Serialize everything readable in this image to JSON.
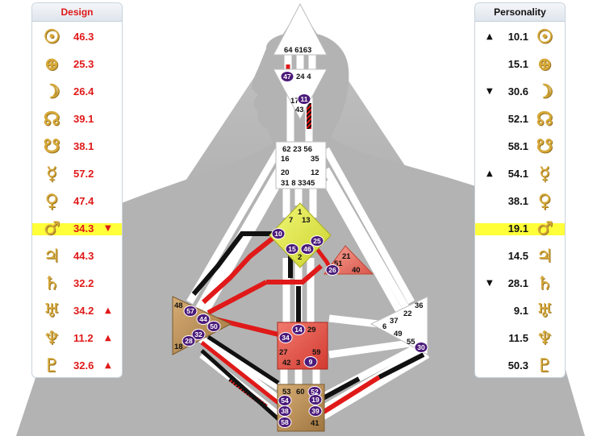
{
  "design": {
    "title": "Design",
    "rows": [
      {
        "planet": "sun-icon",
        "glyph": "☉",
        "value": "46.3",
        "arrow": ""
      },
      {
        "planet": "earth-icon",
        "glyph": "⊕",
        "value": "25.3",
        "arrow": ""
      },
      {
        "planet": "moon-icon",
        "glyph": "☽",
        "value": "26.4",
        "arrow": ""
      },
      {
        "planet": "north-node-icon",
        "glyph": "☊",
        "value": "39.1",
        "arrow": ""
      },
      {
        "planet": "south-node-icon",
        "glyph": "☋",
        "value": "38.1",
        "arrow": ""
      },
      {
        "planet": "mercury-icon",
        "glyph": "☿",
        "value": "57.2",
        "arrow": ""
      },
      {
        "planet": "venus-icon",
        "glyph": "♀",
        "value": "47.4",
        "arrow": ""
      },
      {
        "planet": "mars-icon",
        "glyph": "♂",
        "value": "34.3",
        "arrow": "▼",
        "highlight": true
      },
      {
        "planet": "jupiter-icon",
        "glyph": "♃",
        "value": "44.3",
        "arrow": ""
      },
      {
        "planet": "saturn-icon",
        "glyph": "♄",
        "value": "32.2",
        "arrow": ""
      },
      {
        "planet": "uranus-icon",
        "glyph": "♅",
        "value": "34.2",
        "arrow": "▲"
      },
      {
        "planet": "neptune-icon",
        "glyph": "♆",
        "value": "11.2",
        "arrow": "▲"
      },
      {
        "planet": "pluto-icon",
        "glyph": "♇",
        "value": "32.6",
        "arrow": "▲"
      }
    ]
  },
  "personality": {
    "title": "Personality",
    "rows": [
      {
        "planet": "sun-icon",
        "glyph": "☉",
        "value": "10.1",
        "arrow": "▲"
      },
      {
        "planet": "earth-icon",
        "glyph": "⊕",
        "value": "15.1",
        "arrow": ""
      },
      {
        "planet": "moon-icon",
        "glyph": "☽",
        "value": "30.6",
        "arrow": "▼"
      },
      {
        "planet": "north-node-icon",
        "glyph": "☊",
        "value": "52.1",
        "arrow": ""
      },
      {
        "planet": "south-node-icon",
        "glyph": "☋",
        "value": "58.1",
        "arrow": ""
      },
      {
        "planet": "mercury-icon",
        "glyph": "☿",
        "value": "54.1",
        "arrow": "▲"
      },
      {
        "planet": "venus-icon",
        "glyph": "♀",
        "value": "38.1",
        "arrow": ""
      },
      {
        "planet": "mars-icon",
        "glyph": "♂",
        "value": "19.1",
        "arrow": "",
        "highlight": true
      },
      {
        "planet": "jupiter-icon",
        "glyph": "♃",
        "value": "14.5",
        "arrow": ""
      },
      {
        "planet": "saturn-icon",
        "glyph": "♄",
        "value": "28.1",
        "arrow": "▼"
      },
      {
        "planet": "uranus-icon",
        "glyph": "♅",
        "value": "9.1",
        "arrow": ""
      },
      {
        "planet": "neptune-icon",
        "glyph": "♆",
        "value": "11.5",
        "arrow": ""
      },
      {
        "planet": "pluto-icon",
        "glyph": "♇",
        "value": "50.3",
        "arrow": ""
      }
    ]
  },
  "colors": {
    "design_red": "#e01919",
    "personality_black": "#111111",
    "highlight_yellow": "#ffff3a",
    "glyph_gold": "#d6a93a",
    "badge_purple": "#4b1a7a",
    "g_center": "#e6f04a",
    "sacral_center": "#e0453c",
    "ego_center": "#e86b5c",
    "spleen_center": "#b88a52",
    "root_center": "#b88a52"
  },
  "bodygraph": {
    "head_gates": "64 6163",
    "ajna_gates": "24 4",
    "ajna_gates_lower": "17",
    "ajna_gate_43": "43",
    "throat_row1": "62 23 56",
    "throat_row2": "16",
    "throat_row2_right": "35",
    "throat_row3": "20",
    "throat_row3_right": "12",
    "throat_row4": "31 8 3345",
    "g_top": "1",
    "g_left": "7",
    "g_right": "13",
    "g_bottom": "2",
    "ego_21": "21",
    "ego_51": "51",
    "ego_40": "40",
    "spleen_48": "48",
    "spleen_18": "18",
    "sacral_27": "27",
    "sacral_29": "29",
    "sacral_59": "59",
    "sacral_42": "42",
    "sacral_3": "3",
    "solar_36": "36",
    "solar_22": "22",
    "solar_37": "37",
    "solar_6": "6",
    "solar_49": "49",
    "solar_55": "55",
    "root_53": "53",
    "root_60": "60",
    "root_41": "41",
    "badges": {
      "b47": "47",
      "b11": "11",
      "b10": "10",
      "b25": "25",
      "b15": "15",
      "b46": "46",
      "b26": "26",
      "b57": "57",
      "b44": "44",
      "b50": "50",
      "b32": "32",
      "b28": "28",
      "b34": "34",
      "b14": "14",
      "b9": "9",
      "b30": "30",
      "b52": "52",
      "b54": "54",
      "b19": "19",
      "b38": "38",
      "b39": "39",
      "b58": "58"
    }
  }
}
